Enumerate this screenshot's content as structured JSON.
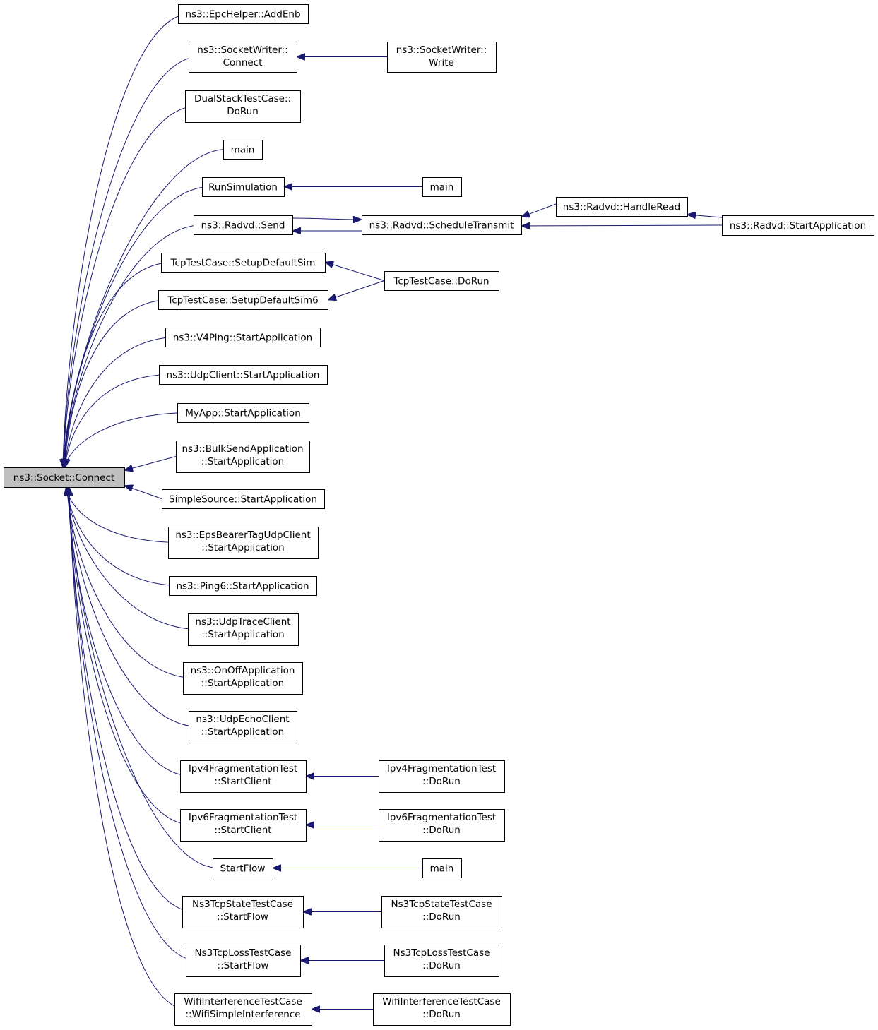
{
  "root": {
    "id": "root",
    "lines": [
      "ns3::Socket::Connect"
    ]
  },
  "callers": [
    {
      "id": "c1",
      "lines": [
        "ns3::EpcHelper::AddEnb"
      ]
    },
    {
      "id": "c2",
      "lines": [
        "ns3::SocketWriter::",
        "Connect"
      ]
    },
    {
      "id": "c3",
      "lines": [
        "DualStackTestCase::",
        "DoRun"
      ]
    },
    {
      "id": "c4",
      "lines": [
        "main"
      ]
    },
    {
      "id": "c5",
      "lines": [
        "RunSimulation"
      ]
    },
    {
      "id": "c6",
      "lines": [
        "ns3::Radvd::Send"
      ]
    },
    {
      "id": "c7",
      "lines": [
        "TcpTestCase::SetupDefaultSim"
      ]
    },
    {
      "id": "c8",
      "lines": [
        "TcpTestCase::SetupDefaultSim6"
      ]
    },
    {
      "id": "c9",
      "lines": [
        "ns3::V4Ping::StartApplication"
      ]
    },
    {
      "id": "c10",
      "lines": [
        "ns3::UdpClient::StartApplication"
      ]
    },
    {
      "id": "c11",
      "lines": [
        "MyApp::StartApplication"
      ]
    },
    {
      "id": "c12",
      "lines": [
        "ns3::BulkSendApplication",
        "::StartApplication"
      ]
    },
    {
      "id": "c13",
      "lines": [
        "SimpleSource::StartApplication"
      ]
    },
    {
      "id": "c14",
      "lines": [
        "ns3::EpsBearerTagUdpClient",
        "::StartApplication"
      ]
    },
    {
      "id": "c15",
      "lines": [
        "ns3::Ping6::StartApplication"
      ]
    },
    {
      "id": "c16",
      "lines": [
        "ns3::UdpTraceClient",
        "::StartApplication"
      ]
    },
    {
      "id": "c17",
      "lines": [
        "ns3::OnOffApplication",
        "::StartApplication"
      ]
    },
    {
      "id": "c18",
      "lines": [
        "ns3::UdpEchoClient",
        "::StartApplication"
      ]
    },
    {
      "id": "c19",
      "lines": [
        "Ipv4FragmentationTest",
        "::StartClient"
      ]
    },
    {
      "id": "c20",
      "lines": [
        "Ipv6FragmentationTest",
        "::StartClient"
      ]
    },
    {
      "id": "c21",
      "lines": [
        "StartFlow"
      ]
    },
    {
      "id": "c22",
      "lines": [
        "Ns3TcpStateTestCase",
        "::StartFlow"
      ]
    },
    {
      "id": "c23",
      "lines": [
        "Ns3TcpLossTestCase",
        "::StartFlow"
      ]
    },
    {
      "id": "c24",
      "lines": [
        "WifiInterferenceTestCase",
        "::WifiSimpleInterference"
      ]
    }
  ],
  "others": [
    {
      "id": "s2",
      "lines": [
        "ns3::SocketWriter::",
        "Write"
      ]
    },
    {
      "id": "s5",
      "lines": [
        "main"
      ]
    },
    {
      "id": "st",
      "lines": [
        "ns3::Radvd::ScheduleTransmit"
      ]
    },
    {
      "id": "tcd",
      "lines": [
        "TcpTestCase::DoRun"
      ]
    },
    {
      "id": "hr",
      "lines": [
        "ns3::Radvd::HandleRead"
      ]
    },
    {
      "id": "sa",
      "lines": [
        "ns3::Radvd::StartApplication"
      ]
    },
    {
      "id": "s19",
      "lines": [
        "Ipv4FragmentationTest",
        "::DoRun"
      ]
    },
    {
      "id": "s20",
      "lines": [
        "Ipv6FragmentationTest",
        "::DoRun"
      ]
    },
    {
      "id": "s21",
      "lines": [
        "main"
      ]
    },
    {
      "id": "s22",
      "lines": [
        "Ns3TcpStateTestCase",
        "::DoRun"
      ]
    },
    {
      "id": "s23",
      "lines": [
        "Ns3TcpLossTestCase",
        "::DoRun"
      ]
    },
    {
      "id": "s24",
      "lines": [
        "WifiInterferenceTestCase",
        "::DoRun"
      ]
    }
  ],
  "edges": [
    {
      "from": "s2",
      "to": "c2"
    },
    {
      "from": "s5",
      "to": "c5"
    },
    {
      "from": "st",
      "to": "c6"
    },
    {
      "from": "c6",
      "to": "st"
    },
    {
      "from": "hr",
      "to": "st"
    },
    {
      "from": "sa",
      "to": "st"
    },
    {
      "from": "sa",
      "to": "hr"
    },
    {
      "from": "tcd",
      "to": "c7"
    },
    {
      "from": "tcd",
      "to": "c8"
    },
    {
      "from": "s19",
      "to": "c19"
    },
    {
      "from": "s20",
      "to": "c20"
    },
    {
      "from": "s21",
      "to": "c21"
    },
    {
      "from": "s22",
      "to": "c22"
    },
    {
      "from": "s23",
      "to": "c23"
    },
    {
      "from": "s24",
      "to": "c24"
    }
  ],
  "colors": {
    "edge": "#191970",
    "root_fill": "#bfbfbf",
    "node_fill": "#ffffff",
    "node_stroke": "#000000"
  }
}
